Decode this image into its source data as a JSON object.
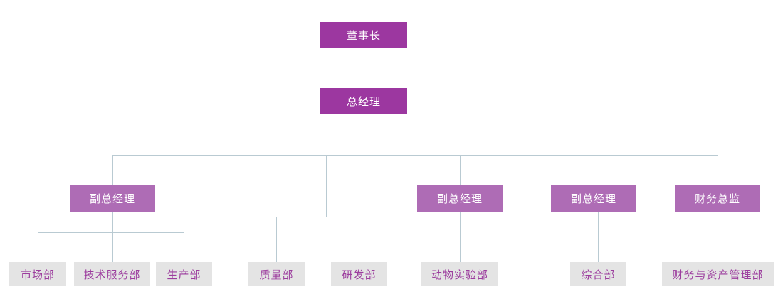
{
  "chart": {
    "type": "org-chart",
    "title": "",
    "colors": {
      "level1_bg": "#9c37a0",
      "level2_bg": "#9c37a0",
      "level3_bg": "#ae6cb5",
      "level4_bg": "#e4e4e4",
      "level4_text": "#9c3d9e",
      "box_text": "#ffffff",
      "connector": "#b9cad2",
      "background": "#ffffff"
    },
    "nodes": {
      "chairman": "董事长",
      "general_manager": "总经理",
      "deputy_gm_1": "副总经理",
      "deputy_gm_2": "副总经理",
      "deputy_gm_3": "副总经理",
      "deputy_gm_4": "副总经理",
      "cfo": "财务总监",
      "dept_marketing": "市场部",
      "dept_tech_service": "技术服务部",
      "dept_production": "生产部",
      "dept_quality": "质量部",
      "dept_rnd": "研发部",
      "dept_animal_lab": "动物实验部",
      "dept_general_affairs": "综合部",
      "dept_finance_asset": "财务与资产管理部"
    },
    "hierarchy": [
      {
        "level": 1,
        "labels": [
          "董事长"
        ]
      },
      {
        "level": 2,
        "labels": [
          "总经理"
        ]
      },
      {
        "level": 3,
        "labels": [
          "副总经理",
          "副总经理",
          "副总经理",
          "财务总监"
        ]
      },
      {
        "level": 4,
        "labels": [
          "市场部",
          "技术服务部",
          "生产部",
          "质量部",
          "研发部",
          "动物实验部",
          "综合部",
          "财务与资产管理部"
        ]
      }
    ]
  }
}
